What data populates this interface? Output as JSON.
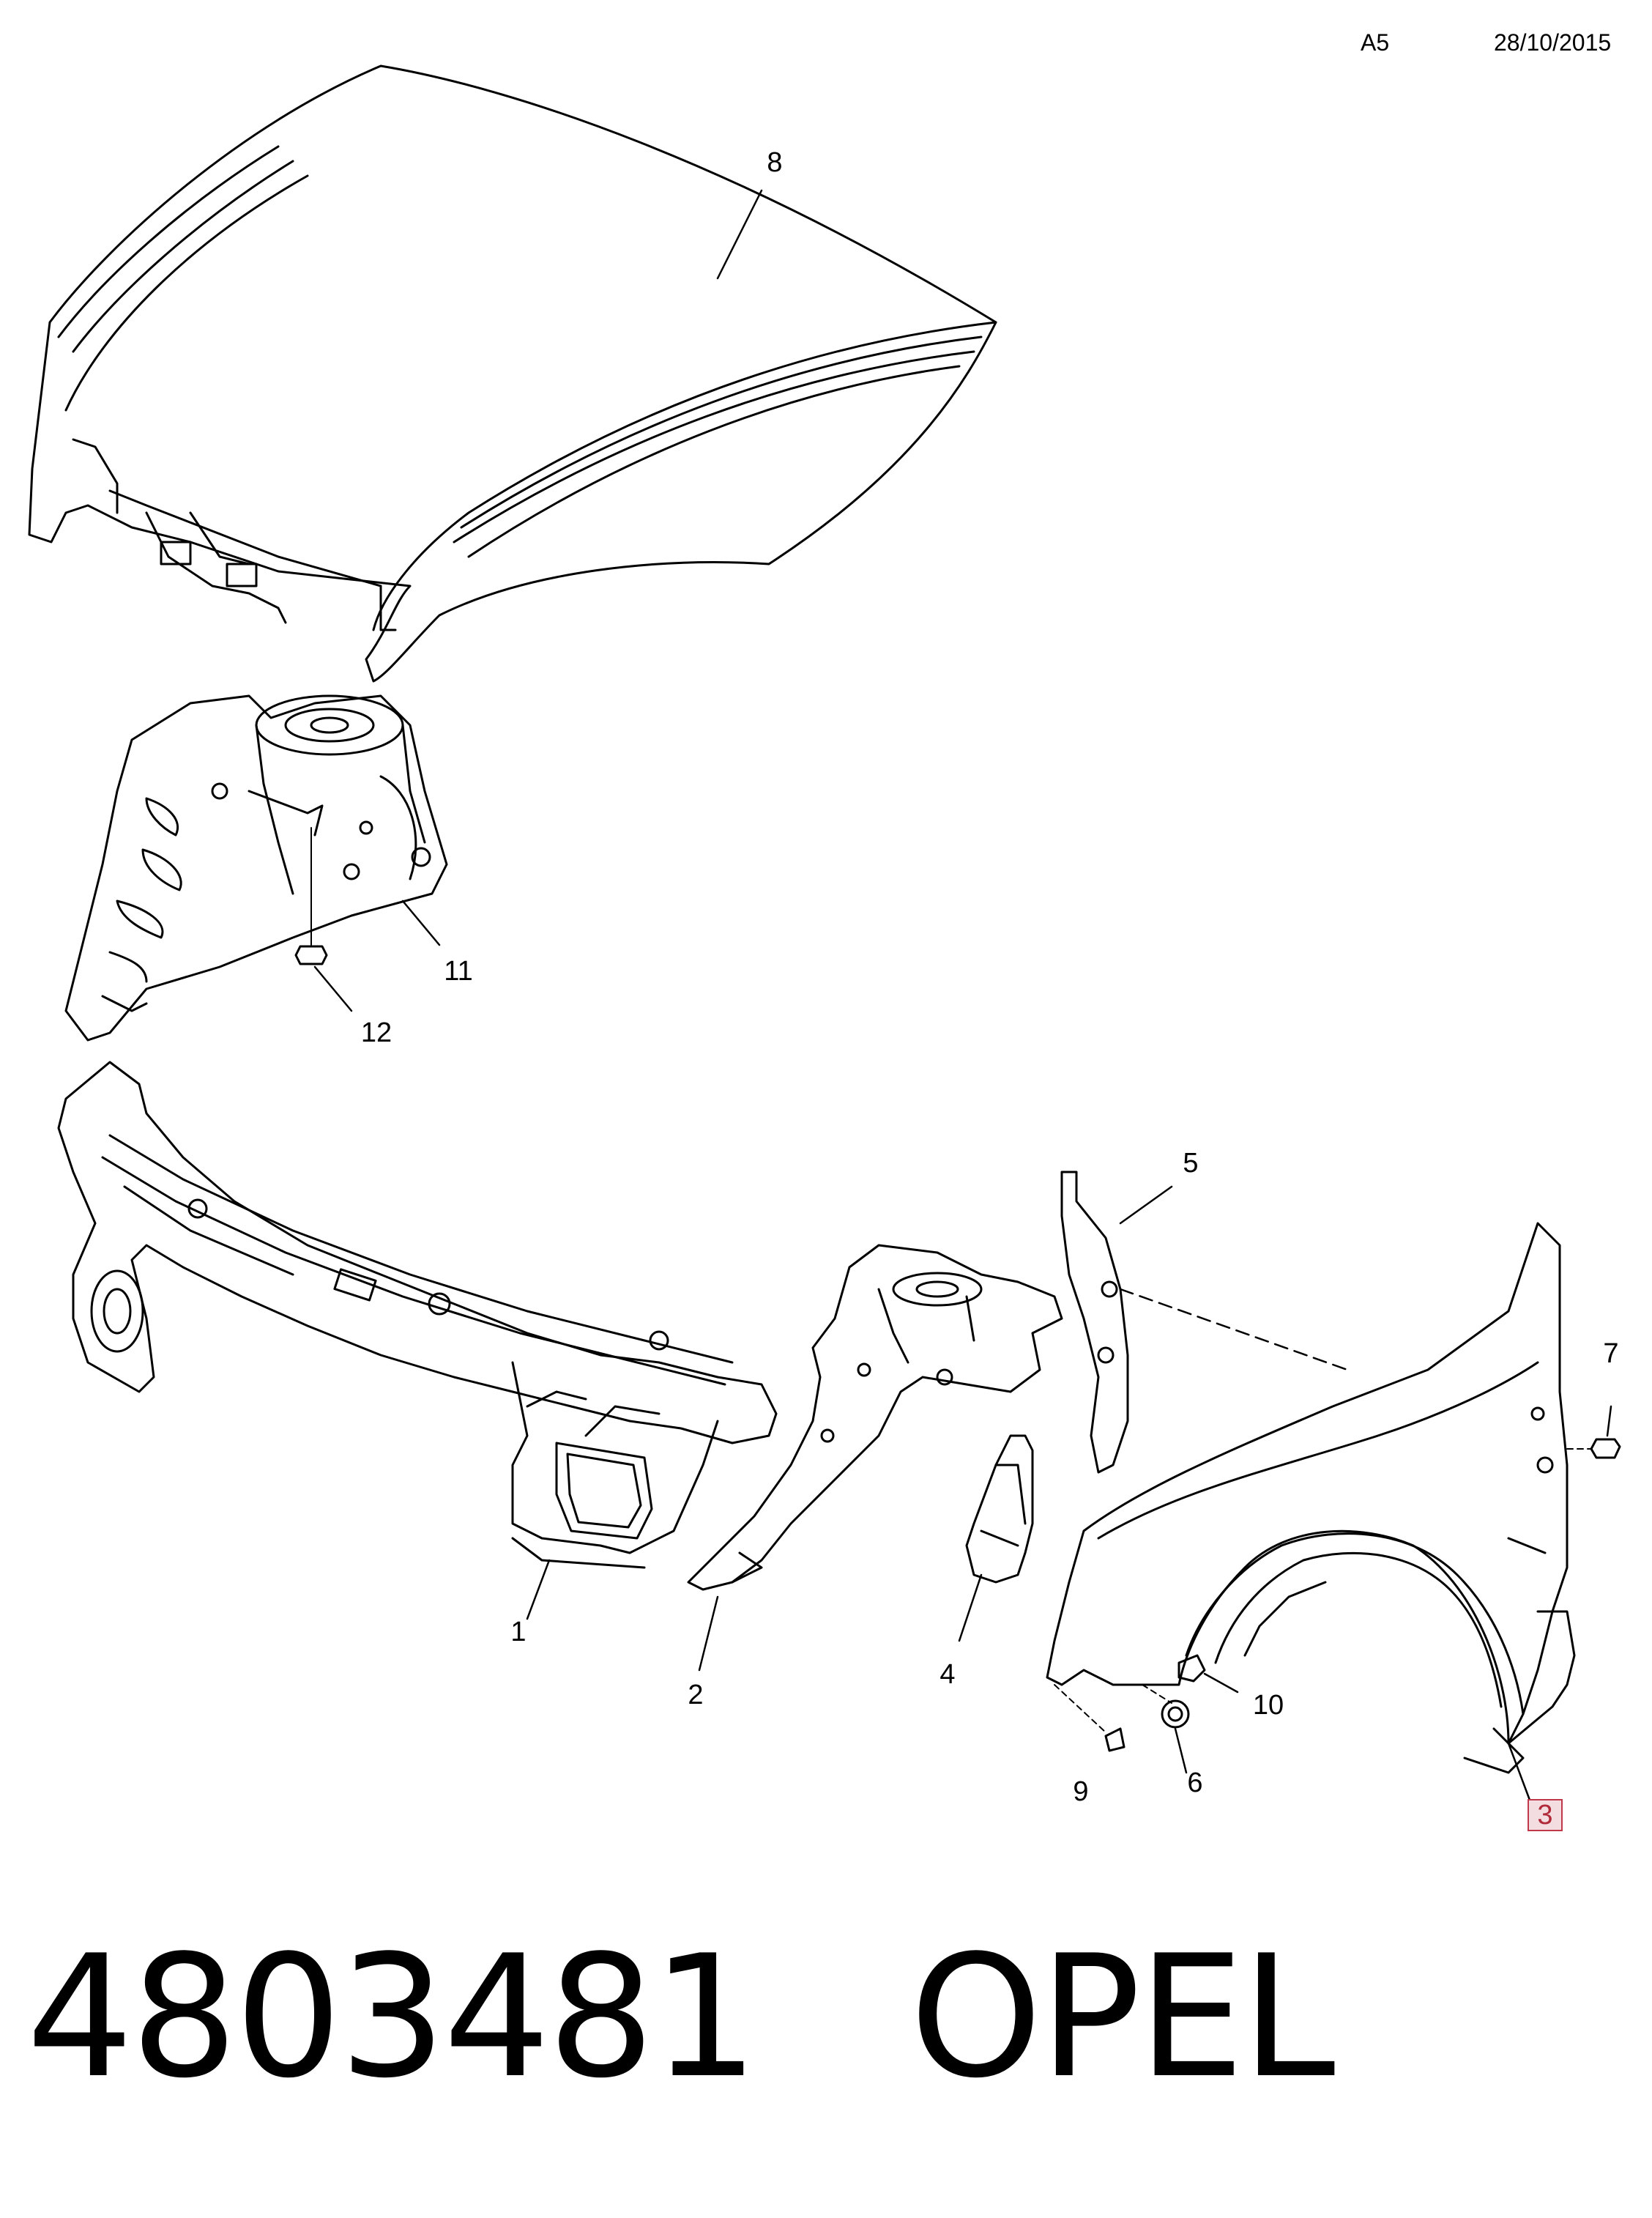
{
  "header": {
    "code": "A5",
    "date": "28/10/2015"
  },
  "callouts": [
    {
      "label": "8"
    },
    {
      "label": "11"
    },
    {
      "label": "12"
    },
    {
      "label": "1"
    },
    {
      "label": "2"
    },
    {
      "label": "4"
    },
    {
      "label": "5"
    },
    {
      "label": "7"
    },
    {
      "label": "10"
    },
    {
      "label": "9"
    },
    {
      "label": "6"
    },
    {
      "label": "3",
      "highlighted": true
    }
  ],
  "footer": {
    "part_number": "4803481",
    "brand": "OPEL"
  },
  "colors": {
    "line": "#000000",
    "highlight_border": "#c0394b",
    "highlight_fill": "#f4dde0",
    "highlight_text": "#b02a3a"
  }
}
